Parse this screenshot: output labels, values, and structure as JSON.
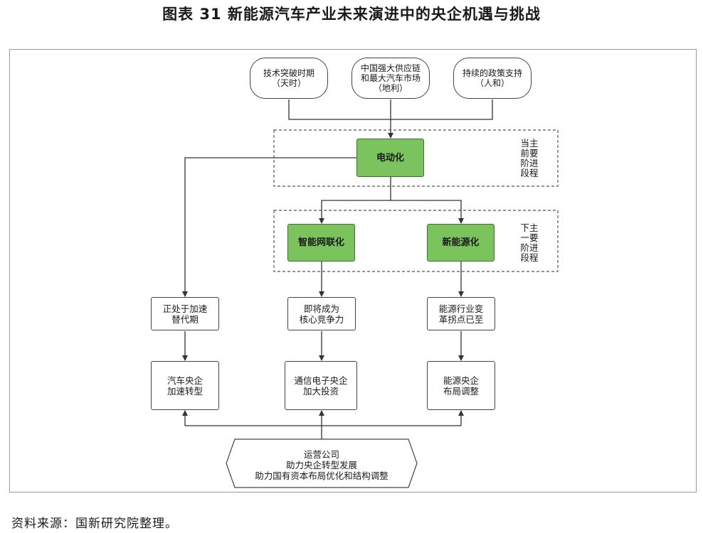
{
  "title": "图表 31   新能源汽车产业未来演进中的央企机遇与挑战",
  "inputs": [
    {
      "line1": "技术突破时期",
      "line2": "（天时）"
    },
    {
      "line1": "中国强大供应链",
      "line2": "和最大汽车市场",
      "line3": "（地利）"
    },
    {
      "line1": "持续的政策支持",
      "line2": "（人和）"
    }
  ],
  "stage1": {
    "node": "电动化",
    "label_col1": "当主",
    "label_col2": "前要",
    "label_col3": "阶进",
    "label_col4": "段程"
  },
  "stage2": {
    "node_left": "智能网联化",
    "node_right": "新能源化",
    "label_col1": "下主",
    "label_col2": "一要",
    "label_col3": "阶进",
    "label_col4": "段程"
  },
  "row3": [
    {
      "line1": "正处于加速",
      "line2": "替代期"
    },
    {
      "line1": "即将成为",
      "line2": "核心竞争力"
    },
    {
      "line1": "能源行业变",
      "line2": "革拐点已至"
    }
  ],
  "row4": [
    {
      "line1": "汽车央企",
      "line2": "加速转型"
    },
    {
      "line1": "通信电子央企",
      "line2": "加大投资"
    },
    {
      "line1": "能源央企",
      "line2": "布局调整"
    }
  ],
  "bottom": {
    "line1": "运营公司",
    "line2": "助力央企转型发展",
    "line3": "助力国有资本布局优化和结构调整"
  },
  "source": "资料来源：国新研究院整理。"
}
